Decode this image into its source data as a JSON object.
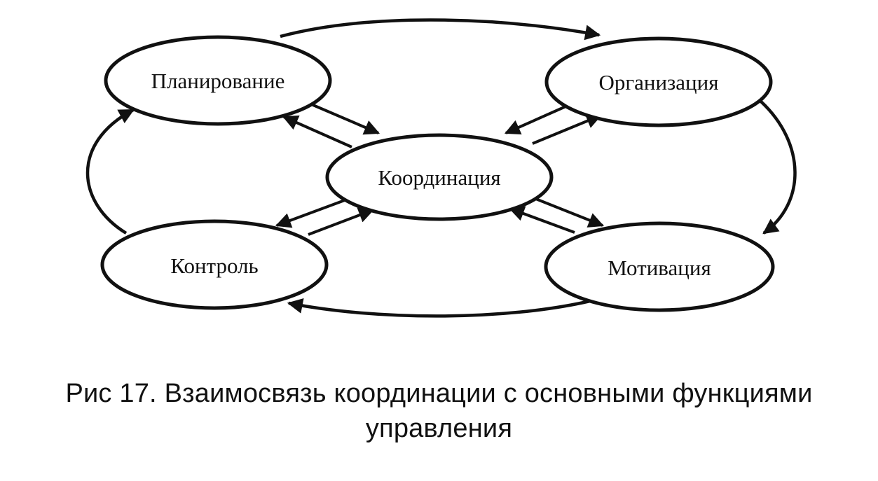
{
  "nodes": {
    "planning": "Планирование",
    "organization": "Организация",
    "coordination": "Координация",
    "control": "Контроль",
    "motivation": "Мотивация"
  },
  "caption": {
    "line1": "Рис 17. Взаимосвязь координации с основными функциями",
    "line2": "управления"
  }
}
